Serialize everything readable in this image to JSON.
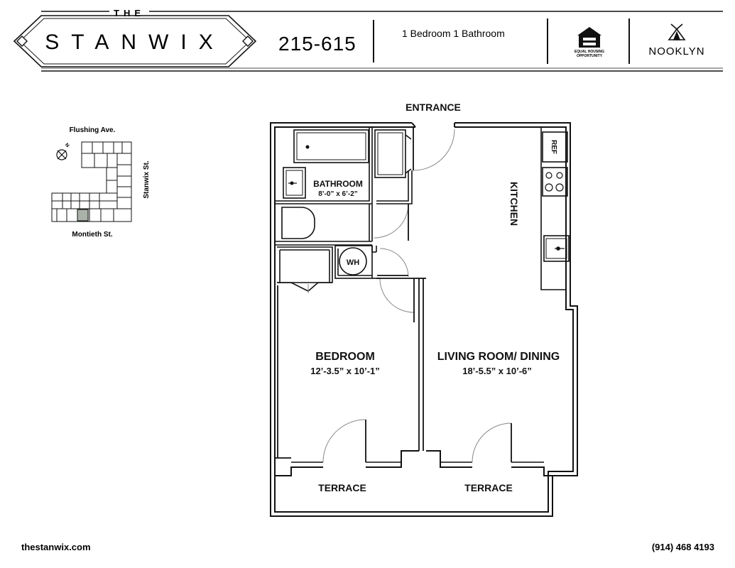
{
  "header": {
    "brand_the": "THE",
    "brand_name": "STANWIX",
    "unit_number": "215-615",
    "unit_type": "1 Bedroom  1 Bathroom",
    "equal_housing": [
      "EQUAL HOUSING",
      "OPPORTUNITY"
    ],
    "partner_name": "NOOKLYN"
  },
  "site_map": {
    "street_north": "Flushing Ave.",
    "street_east": "Stanwix St.",
    "street_south": "Montieth St.",
    "compass_label": "N",
    "highlight_color": "#a9b1a9"
  },
  "floor_plan": {
    "entrance": "ENTRANCE",
    "bathroom": {
      "name": "BATHROOM",
      "dims": "8’-0” x 6’-2”"
    },
    "kitchen": "KITCHEN",
    "refrigerator": "REF",
    "water_heater": "WH",
    "bedroom": {
      "name": "BEDROOM",
      "dims": "12’-3.5” x 10’-1”"
    },
    "living": {
      "name": "LIVING ROOM/ DINING",
      "dims": "18’-5.5” x 10’-6”"
    },
    "terrace_left": "TERRACE",
    "terrace_right": "TERRACE"
  },
  "footer": {
    "website": "thestanwix.com",
    "phone": "(914) 468 4193"
  }
}
